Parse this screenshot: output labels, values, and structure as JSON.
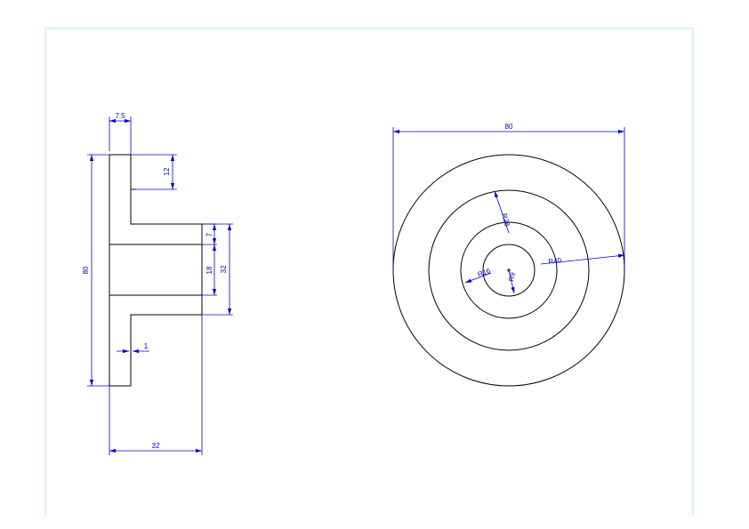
{
  "colors": {
    "border": "#b8ecb8",
    "outline": "#000000",
    "dimension": "#0000cc"
  },
  "side_view": {
    "dims": {
      "flange_thickness": "7.5",
      "overall_height": "80",
      "step_height": "12",
      "shoulder_offset": "7",
      "bore_diameter": "18",
      "hub_diameter": "32",
      "small_step": "1",
      "overall_width": "32"
    }
  },
  "front_view": {
    "dims": {
      "outer_diameter": "80",
      "radius_28": "R28",
      "radius_16": "R16",
      "radius_9": "R9",
      "radius_40": "R40"
    }
  }
}
